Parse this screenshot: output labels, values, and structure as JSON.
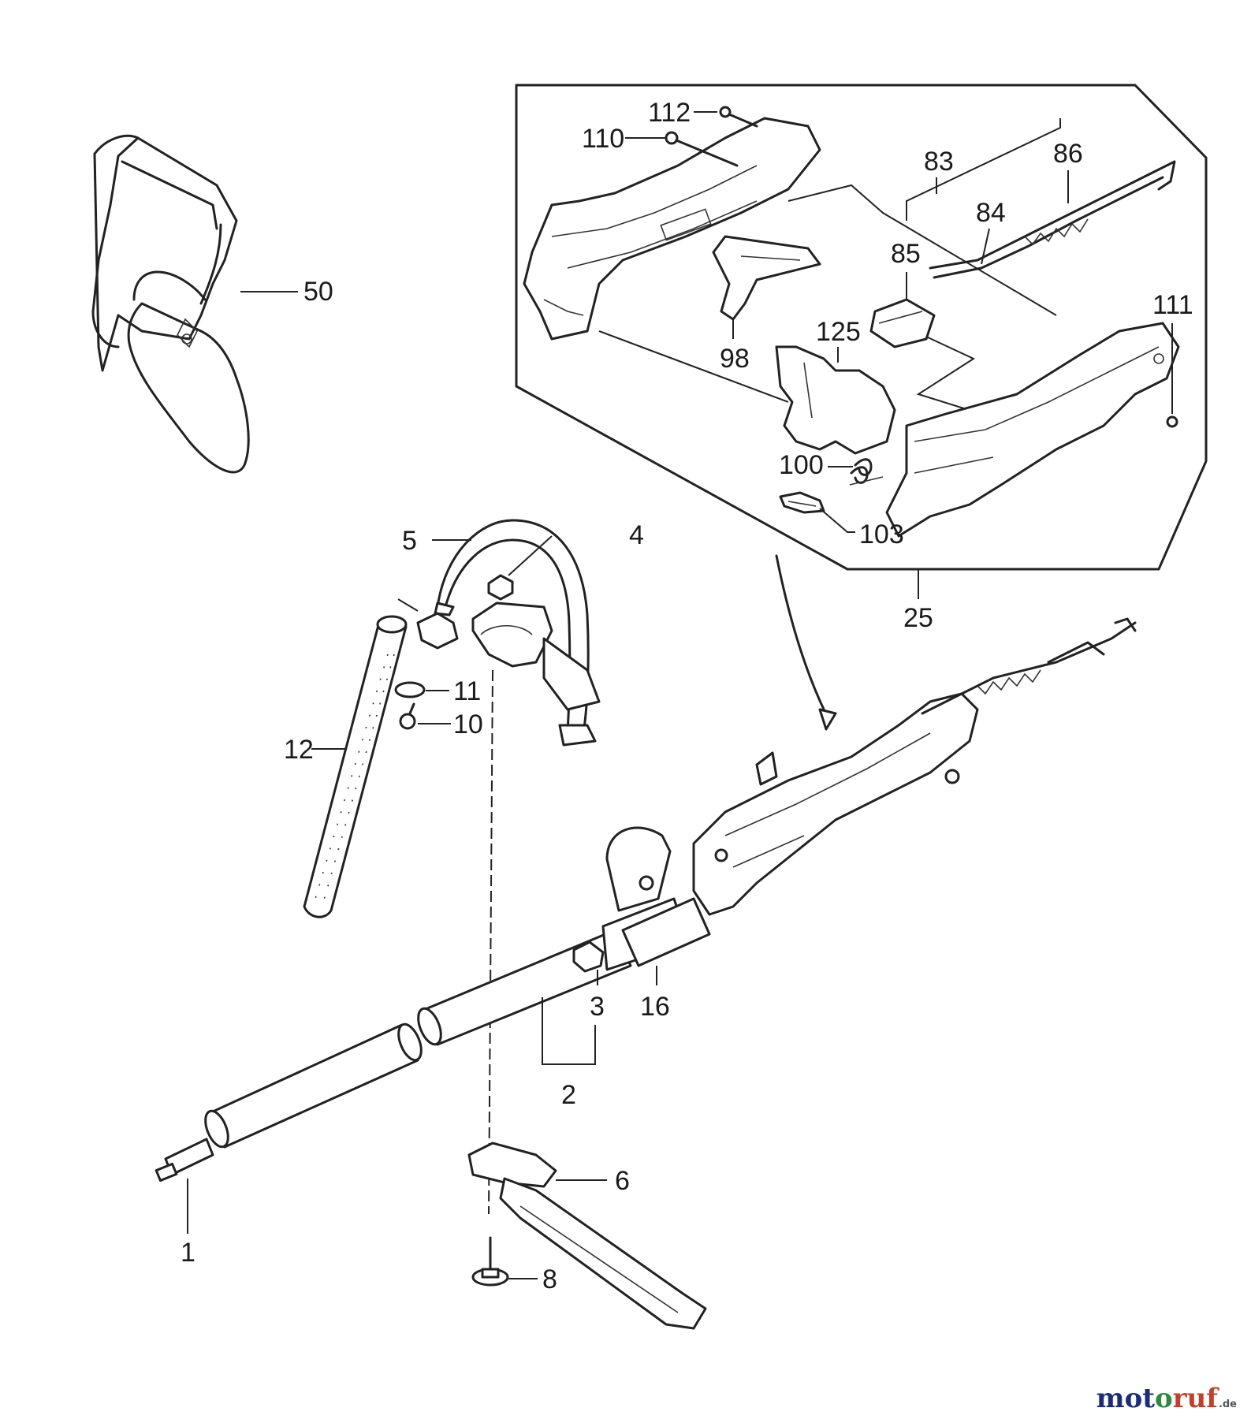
{
  "labels": {
    "l1": "1",
    "l2": "2",
    "l3": "3",
    "l4": "4",
    "l5": "5",
    "l6": "6",
    "l8": "8",
    "l10": "10",
    "l11": "11",
    "l12": "12",
    "l16": "16",
    "l25": "25",
    "l50": "50",
    "l83": "83",
    "l84": "84",
    "l85": "85",
    "l86": "86",
    "l98": "98",
    "l100": "100",
    "l103": "103",
    "l110": "110",
    "l111": "111",
    "l112": "112",
    "l125": "125"
  },
  "watermark": {
    "part1": "mot",
    "part2": "o",
    "part3": "ruf",
    "domain": ".de"
  }
}
